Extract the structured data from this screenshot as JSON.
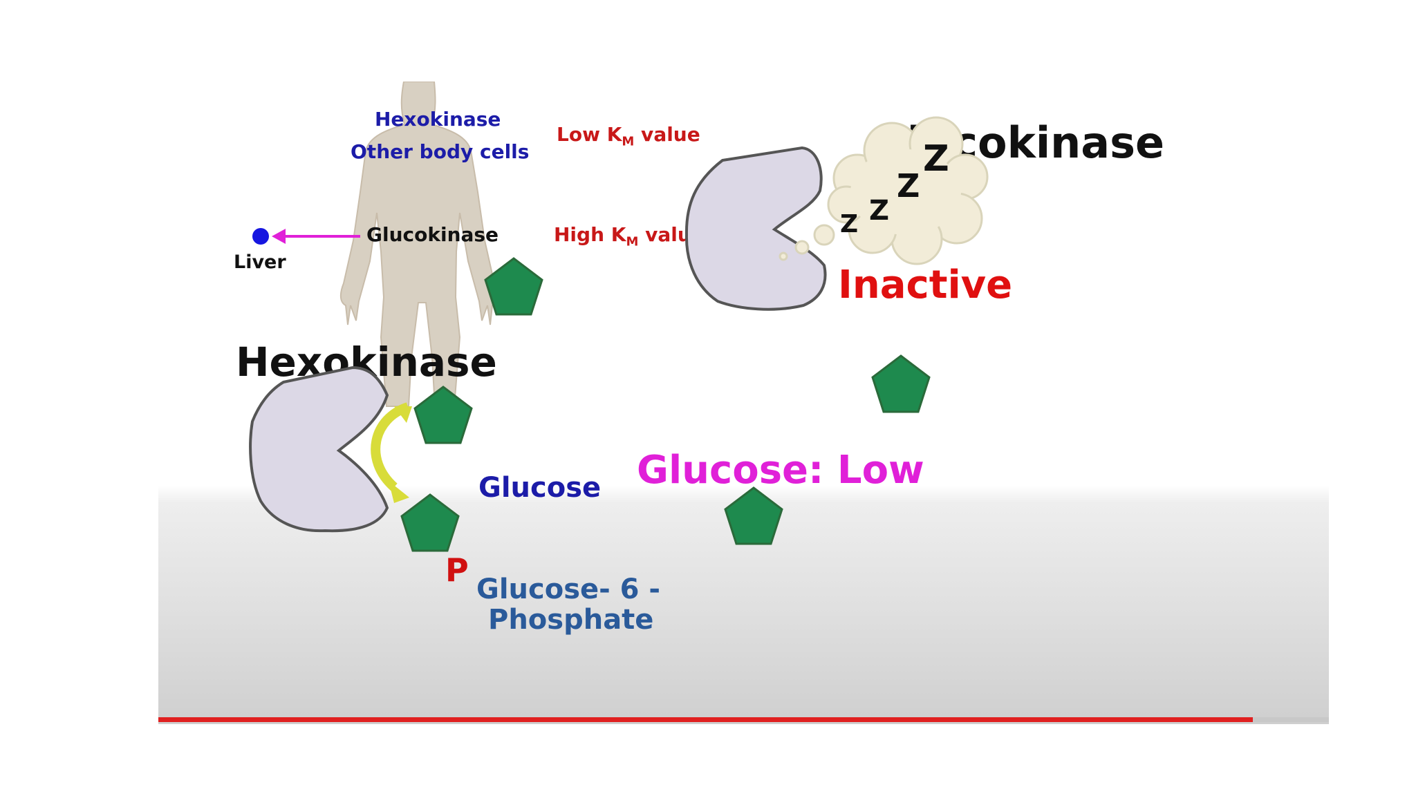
{
  "slide": {
    "top_box": {
      "hexokinase_label": "Hexokinase",
      "other_cells_label": "Other body cells",
      "low_km_prefix": "Low K",
      "low_km_sub": "M",
      "low_km_suffix": " value",
      "glucokinase_label": "Glucokinase",
      "high_km_prefix": "High K",
      "high_km_sub": "M",
      "high_km_suffix": " value",
      "liver_label": "Liver"
    },
    "glucokinase_panel": {
      "title": "Glucokinase",
      "zzz": [
        "Z",
        "Z",
        "Z",
        "Z"
      ],
      "status": "Inactive"
    },
    "hexokinase_panel": {
      "title": "Hexokinase",
      "glucose_label": "Glucose",
      "phosphate_symbol": "P",
      "product_line1": "Glucose- 6 -",
      "product_line2": "Phosphate"
    },
    "glucose_level": "Glucose: Low",
    "colors": {
      "hexokinase_blue": "#1c1ca8",
      "km_red": "#c81818",
      "inactive_red": "#e01010",
      "magenta": "#e020d8",
      "pentagon_green": "#1e8a4e",
      "enzyme_fill": "#dcd8e6",
      "arrow_yellow": "#d8dc3a",
      "product_blue": "#2a5a9a"
    }
  },
  "video": {
    "progress_fraction": 0.935
  }
}
